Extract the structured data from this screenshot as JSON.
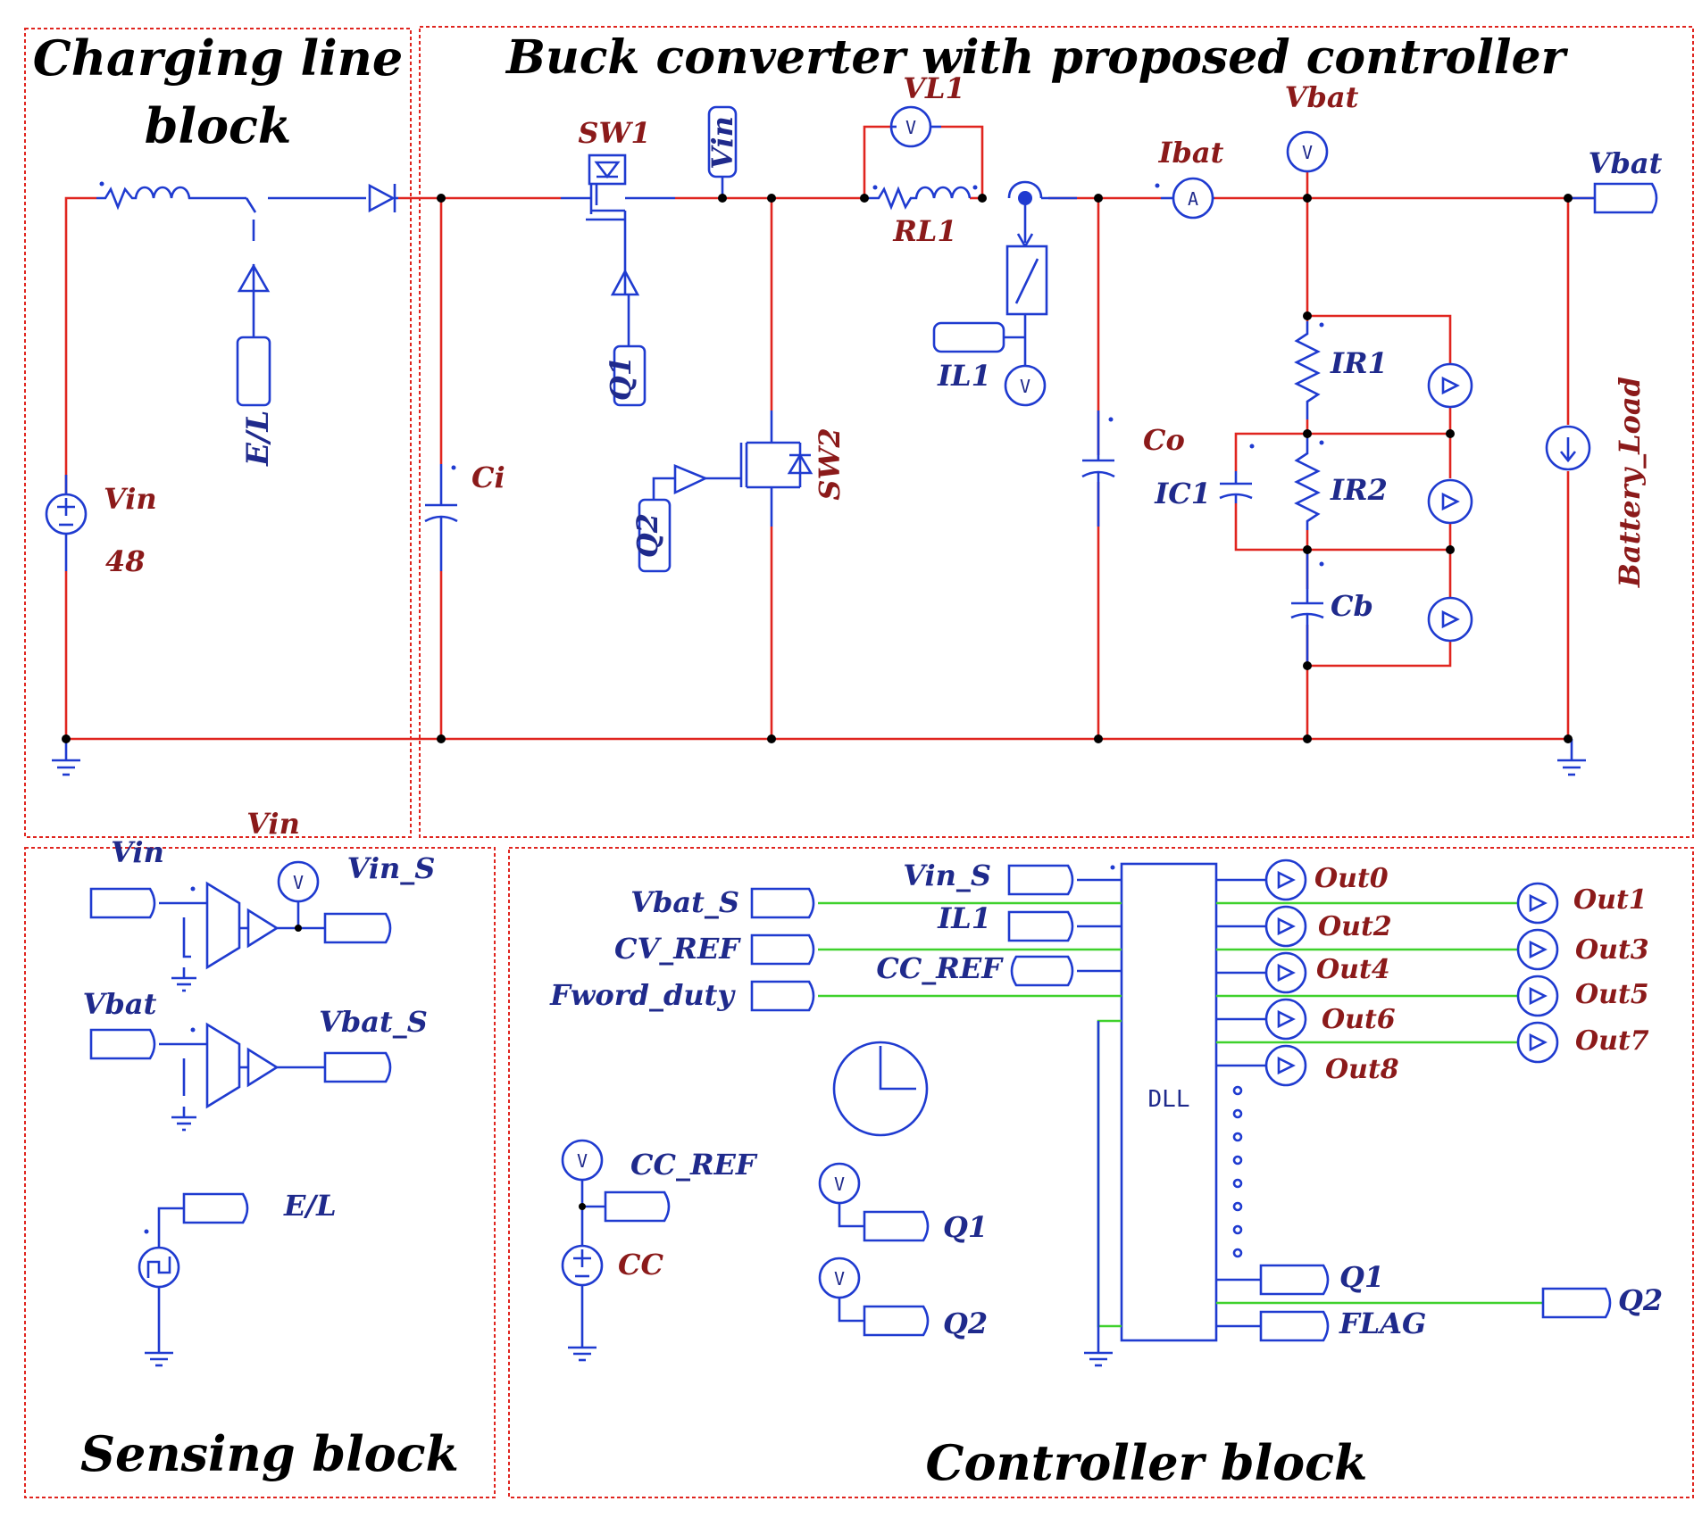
{
  "blocks": {
    "charging": [
      "Charging line",
      "block"
    ],
    "buck": "Buck converter with proposed controller",
    "sensing": "Sensing block",
    "controller": "Controller block"
  },
  "power_stage": {
    "vin_source": "Vin",
    "vin_value": "48",
    "el_label": "E/L",
    "ci": "Ci",
    "sw1": "SW1",
    "vin_probe": "Vin",
    "q1": "Q1",
    "q2": "Q2",
    "sw2": "SW2",
    "vl1": "VL1",
    "rl1": "RL1",
    "il1": "IL1",
    "co": "Co",
    "ibat": "Ibat",
    "vbat_meter": "Vbat",
    "vbat_out": "Vbat",
    "ir1": "IR1",
    "ir2": "IR2",
    "ic1": "IC1",
    "cb": "Cb",
    "battery_load": "Battery_Load",
    "vin_bottom": "Vin"
  },
  "sensing": {
    "vin_in": "Vin",
    "vin_s": "Vin_S",
    "vbat_in": "Vbat",
    "vbat_s": "Vbat_S",
    "el": "E/L"
  },
  "controller": {
    "inputs": {
      "vin_s": "Vin_S",
      "vbat_s": "Vbat_S",
      "il1": "IL1",
      "cv_ref": "CV_REF",
      "cc_ref_in": "CC_REF",
      "fword": "Fword_duty"
    },
    "dll": "DLL",
    "outputs": [
      "Out0",
      "Out1",
      "Out2",
      "Out3",
      "Out4",
      "Out5",
      "Out6",
      "Out7",
      "Out8"
    ],
    "cc_ref": "CC_REF",
    "cc": "CC",
    "q1": "Q1",
    "q2": "Q2",
    "q1_out": "Q1",
    "flag": "FLAG",
    "q2_out": "Q2"
  },
  "meter_letters": {
    "voltmeter": "V",
    "ammeter": "A"
  },
  "colors": {
    "power_wire": "#e0251f",
    "control_wire": "#1f3bd0",
    "bus_wire": "#3fd12c",
    "label": "#8b1a1a",
    "label_blue": "#1f2a8c"
  }
}
